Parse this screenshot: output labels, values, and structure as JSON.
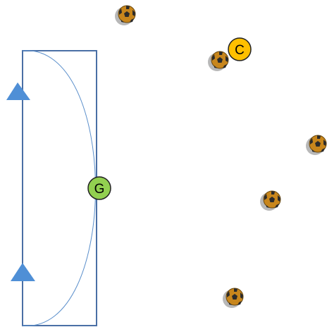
{
  "diagram": {
    "markers": [
      {
        "id": "player-c",
        "label": "C",
        "fill": "#ffc000",
        "stroke": "#222222"
      },
      {
        "id": "player-g",
        "label": "G",
        "fill": "#92d050",
        "stroke": "#222222"
      }
    ],
    "colors": {
      "zone_outline": "#4a6fa5",
      "arc": "#5b8fcb",
      "arrow_fill": "#4f8fd6",
      "ball_shadow": "#b8b8b8",
      "ball_body": "#c8861c",
      "ball_patch": "#2b2b2b",
      "ball_outline": "#6b4a10"
    },
    "icons": {
      "ball": "soccer-ball-icon",
      "direction_arrow": "triangle-arrow-up-icon"
    }
  }
}
